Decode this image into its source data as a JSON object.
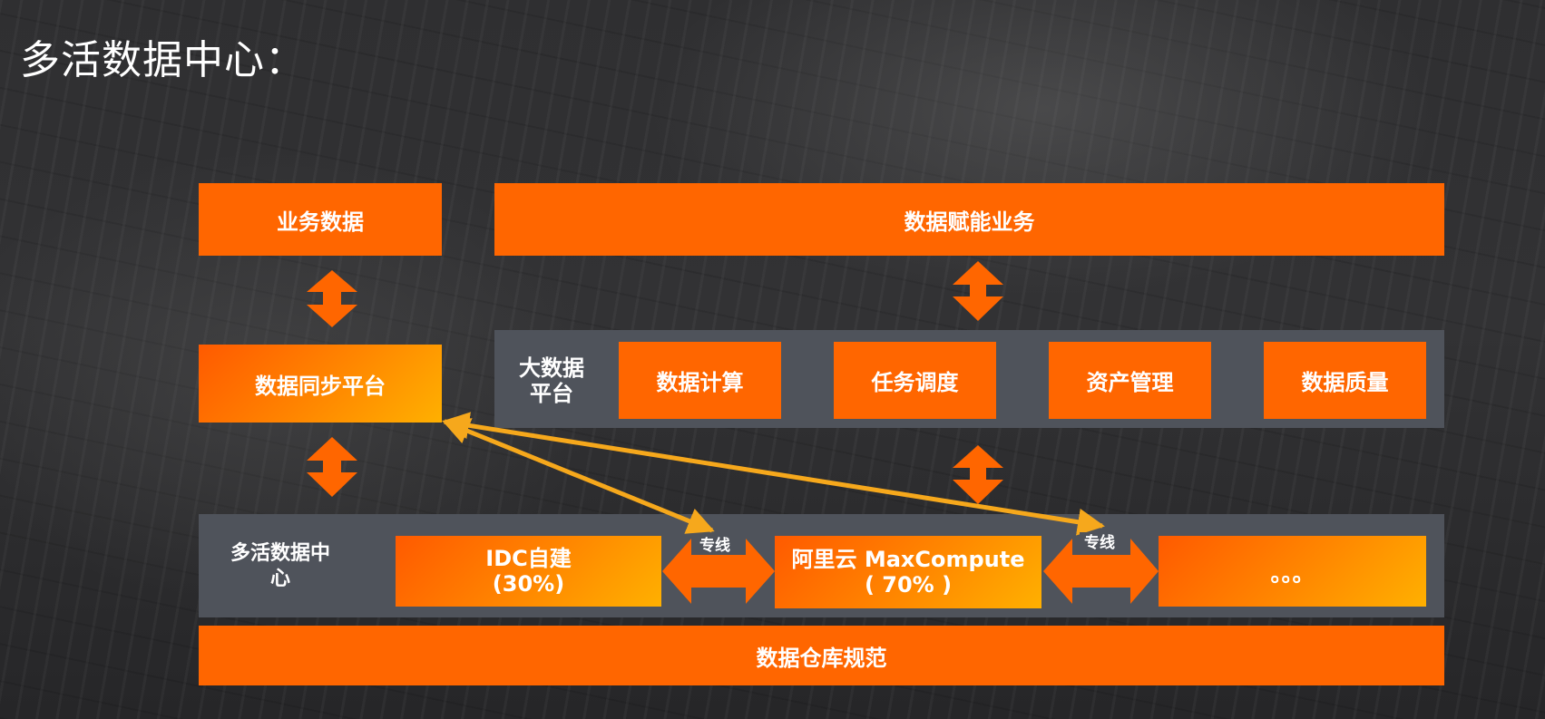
{
  "title": "多活数据中心：",
  "colors": {
    "orange": "#ff6600",
    "gold": "#ffb000",
    "panel": "#4f535b",
    "connector": "#f6a81c"
  },
  "top_left": {
    "label": "业务数据"
  },
  "top_right": {
    "label": "数据赋能业务"
  },
  "sync_platform": {
    "label": "数据同步平台"
  },
  "big_data_platform": {
    "label_line1": "大数据",
    "label_line2": "平台",
    "modules": [
      "数据计算",
      "任务调度",
      "资产管理",
      "数据质量"
    ]
  },
  "multi_dc": {
    "label_line1": "多活数据中",
    "label_line2": "心",
    "idc": {
      "line1": "IDC自建",
      "line2": "(30%)"
    },
    "aliyun": {
      "line1": "阿里云 MaxCompute",
      "line2": "( 70% )"
    },
    "others": {
      "label": "。。。"
    },
    "link_label_1": "专线",
    "link_label_2": "专线"
  },
  "warehouse_spec": {
    "label": "数据仓库规范"
  }
}
